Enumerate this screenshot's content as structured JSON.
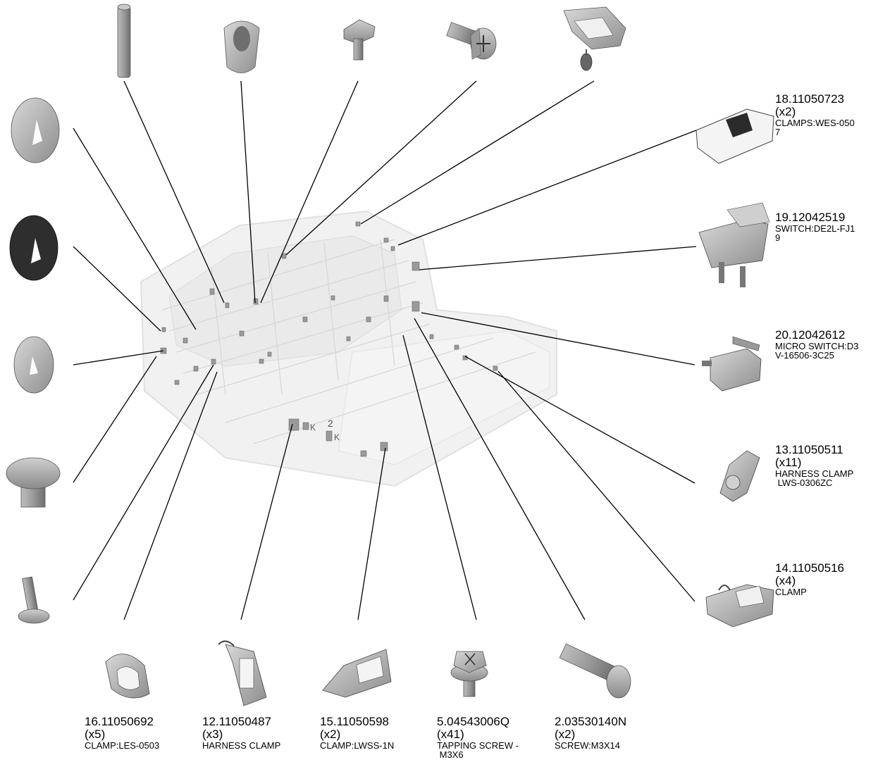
{
  "parts": {
    "p18": {
      "number": "18.11050723",
      "qty": "(x2)",
      "desc": "CLAMPS:WES-050",
      "desc2": "7"
    },
    "p19": {
      "number": "19.12042519",
      "qty": "",
      "desc": "SWITCH:DE2L-FJ1",
      "desc2": "9"
    },
    "p20": {
      "number": "20.12042612",
      "qty": "",
      "desc": "MICRO SWITCH:D3",
      "desc2": "V-16506-3C25"
    },
    "p13": {
      "number": "13.11050511",
      "qty": "(x11)",
      "desc": "HARNESS CLAMP",
      "desc2": " LWS-0306ZC"
    },
    "p14": {
      "number": "14.11050516",
      "qty": "(x4)",
      "desc": "CLAMP",
      "desc2": ""
    },
    "p16": {
      "number": "16.11050692",
      "qty": "(x5)",
      "desc": "CLAMP:LES-0503",
      "desc2": ""
    },
    "p12": {
      "number": "12.11050487",
      "qty": "(x3)",
      "desc": "HARNESS CLAMP",
      "desc2": ""
    },
    "p15": {
      "number": "15.11050598",
      "qty": "(x2)",
      "desc": "CLAMP:LWSS-1N",
      "desc2": ""
    },
    "p5": {
      "number": "5.04543006Q",
      "qty": "(x41)",
      "desc": "TAPPING SCREW -",
      "desc2": " M3X6"
    },
    "p2": {
      "number": "2.03530140N",
      "qty": "(x2)",
      "desc": "SCREW:M3X14",
      "desc2": ""
    }
  },
  "machine_marks": {
    "a": "K",
    "b": "2",
    "c": "K"
  }
}
